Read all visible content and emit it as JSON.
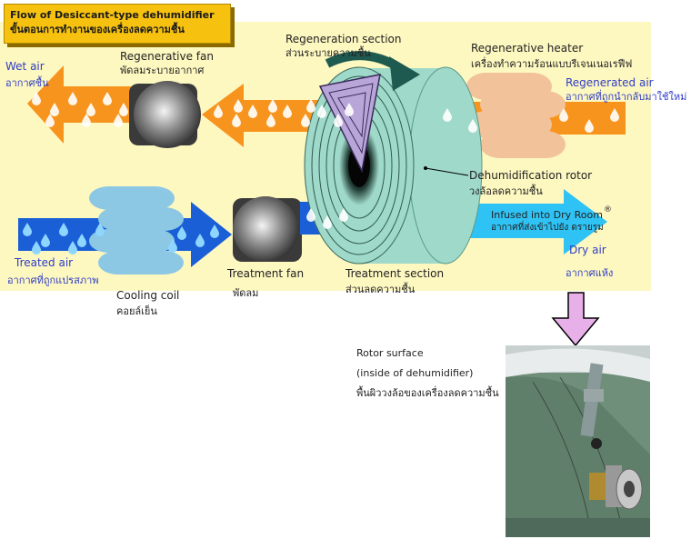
{
  "title": {
    "en": "Flow of Desiccant-type dehumidifier",
    "th": "ขั้นตอนการทำงานของเครื่องลดความชื้น"
  },
  "labels": {
    "wet_air": {
      "en": "Wet air",
      "th": "อากาศชื้น"
    },
    "regen_fan": {
      "en": "Regenerative fan",
      "th": "พัดลมระบายอากาศ"
    },
    "regen_section": {
      "en": "Regeneration section",
      "th": "ส่วนระบายความชื้น"
    },
    "regen_heater": {
      "en": "Regenerative heater",
      "th": "เครื่องทำความร้อนแบบรีเจนเนอเรฟีฟ"
    },
    "regenerated_air": {
      "en": "Regenerated air",
      "th": "อากาศที่ถูกนำกลับมาใช้ใหม่"
    },
    "rotor": {
      "en": "Dehumidification rotor",
      "th": "วงล้อลดความชื้น"
    },
    "infused": {
      "en": "Infused into Dry Room",
      "th": "อากาศที่ส่งเข้าไปยัง ดรายรูม",
      "mark": "®"
    },
    "dry_air": {
      "en": "Dry air",
      "th": "อากาศแห้ง"
    },
    "treated_air": {
      "en": "Treated air",
      "th": "อากาศที่ถูกแปรสภาพ"
    },
    "cooling_coil": {
      "en": "Cooling coil",
      "th": "คอยล์เย็น"
    },
    "treatment_fan": {
      "en": "Treatment fan",
      "th": "พัดลม"
    },
    "treatment_section": {
      "en": "Treatment section",
      "th": "ส่วนลดความชื้น"
    },
    "rotor_surface": {
      "line1": "Rotor surface",
      "line2": "(inside of dehumidifier)",
      "th": "พื้นผิววงล้อของเครื่องลดความชื้น"
    }
  },
  "colors": {
    "panel": "#fdf7c0",
    "title_bg": "#f7c20f",
    "wet_arrow": "#f7941d",
    "treated_arrow": "#1a5fd6",
    "dry_arrow": "#2fc3f5",
    "rotor": "#9fd9c9",
    "heater": "#f2c29b",
    "cooling_coil": "#8cc8e4",
    "down_arrow": "#e8b0e8",
    "label_blue": "#2f3ec8"
  }
}
